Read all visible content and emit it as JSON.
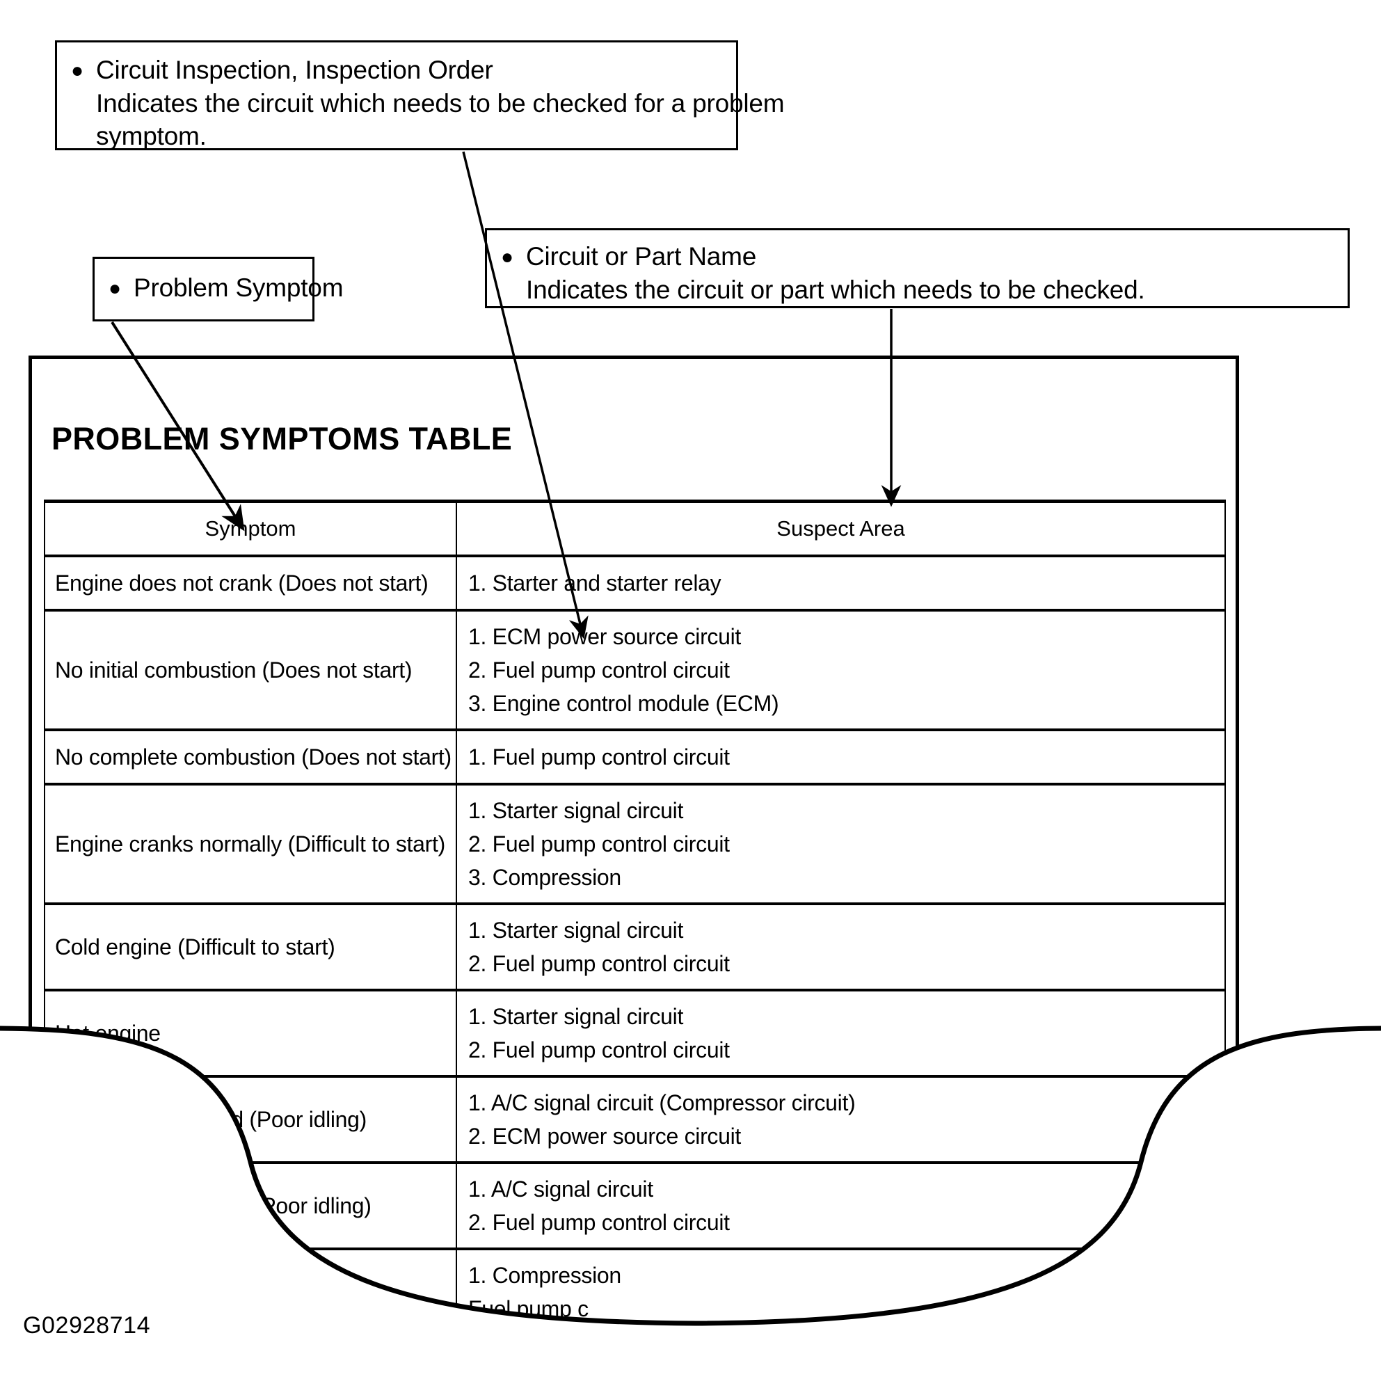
{
  "callouts": {
    "inspection": {
      "bullet": "●",
      "heading": "Circuit Inspection, Inspection Order",
      "line2": "Indicates the circuit which needs to be checked for a problem",
      "line3": "symptom."
    },
    "problem_symptom": {
      "bullet": "●",
      "heading": "Problem Symptom"
    },
    "part_name": {
      "bullet": "●",
      "heading": "Circuit or Part Name",
      "line2": "Indicates the circuit or part which needs to be checked."
    }
  },
  "section": {
    "title": "PROBLEM SYMPTOMS TABLE"
  },
  "table": {
    "headers": [
      "Symptom",
      "Suspect Area"
    ],
    "rows": [
      {
        "symptom": "Engine does not crank (Does not start)",
        "suspect": [
          "1. Starter and starter relay"
        ]
      },
      {
        "symptom": "No initial combustion (Does not start)",
        "suspect": [
          "1. ECM power source circuit",
          "2. Fuel pump control circuit",
          "3. Engine control module (ECM)"
        ]
      },
      {
        "symptom": "No complete combustion (Does not start)",
        "suspect": [
          "1. Fuel pump control circuit"
        ]
      },
      {
        "symptom": "Engine cranks normally (Difficult to start)",
        "suspect": [
          "1. Starter signal circuit",
          "2. Fuel pump control circuit",
          "3. Compression"
        ]
      },
      {
        "symptom": "Cold engine (Difficult to start)",
        "suspect": [
          "1. Starter signal circuit",
          "2. Fuel pump control circuit"
        ]
      },
      {
        "symptom": "Hot engine",
        "suspect": [
          "1. Starter signal circuit",
          "2. Fuel pump control circuit"
        ]
      },
      {
        "symptom": "idle speed (Poor idling)",
        "suspect": [
          "1. A/C signal circuit (Compressor circuit)",
          "2. ECM power source circuit"
        ]
      },
      {
        "symptom": "(Poor idling)",
        "suspect": [
          "1. A/C signal circuit",
          "2. Fuel pump control circuit"
        ]
      },
      {
        "symptom": "",
        "suspect": [
          "1. Compression",
          "Fuel pump c"
        ]
      }
    ]
  },
  "figure_id": "G02928714",
  "colors": {
    "ink": "#000000",
    "paper": "#ffffff"
  }
}
